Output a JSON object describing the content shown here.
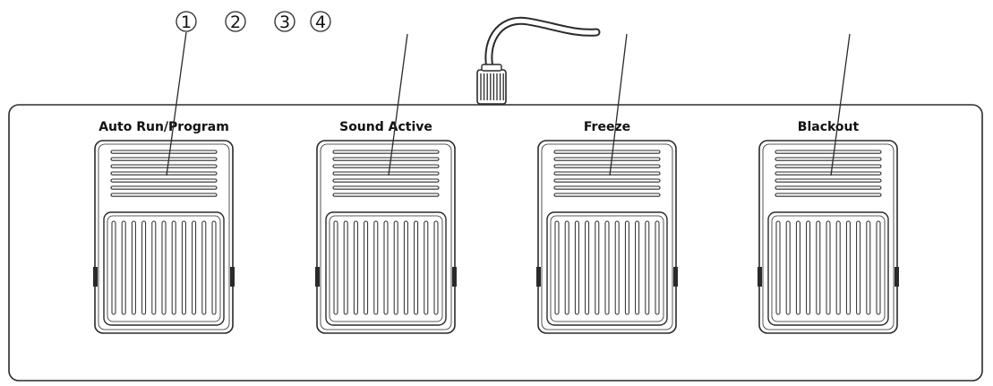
{
  "callouts": [
    {
      "number": "1"
    },
    {
      "number": "2"
    },
    {
      "number": "3"
    },
    {
      "number": "4"
    }
  ],
  "pedals": [
    {
      "label": "Auto Run/Program"
    },
    {
      "label": "Sound  Active"
    },
    {
      "label": "Freeze"
    },
    {
      "label": "Blackout"
    }
  ],
  "colors": {
    "stroke": "#2a2a2a",
    "label": "#111111"
  }
}
